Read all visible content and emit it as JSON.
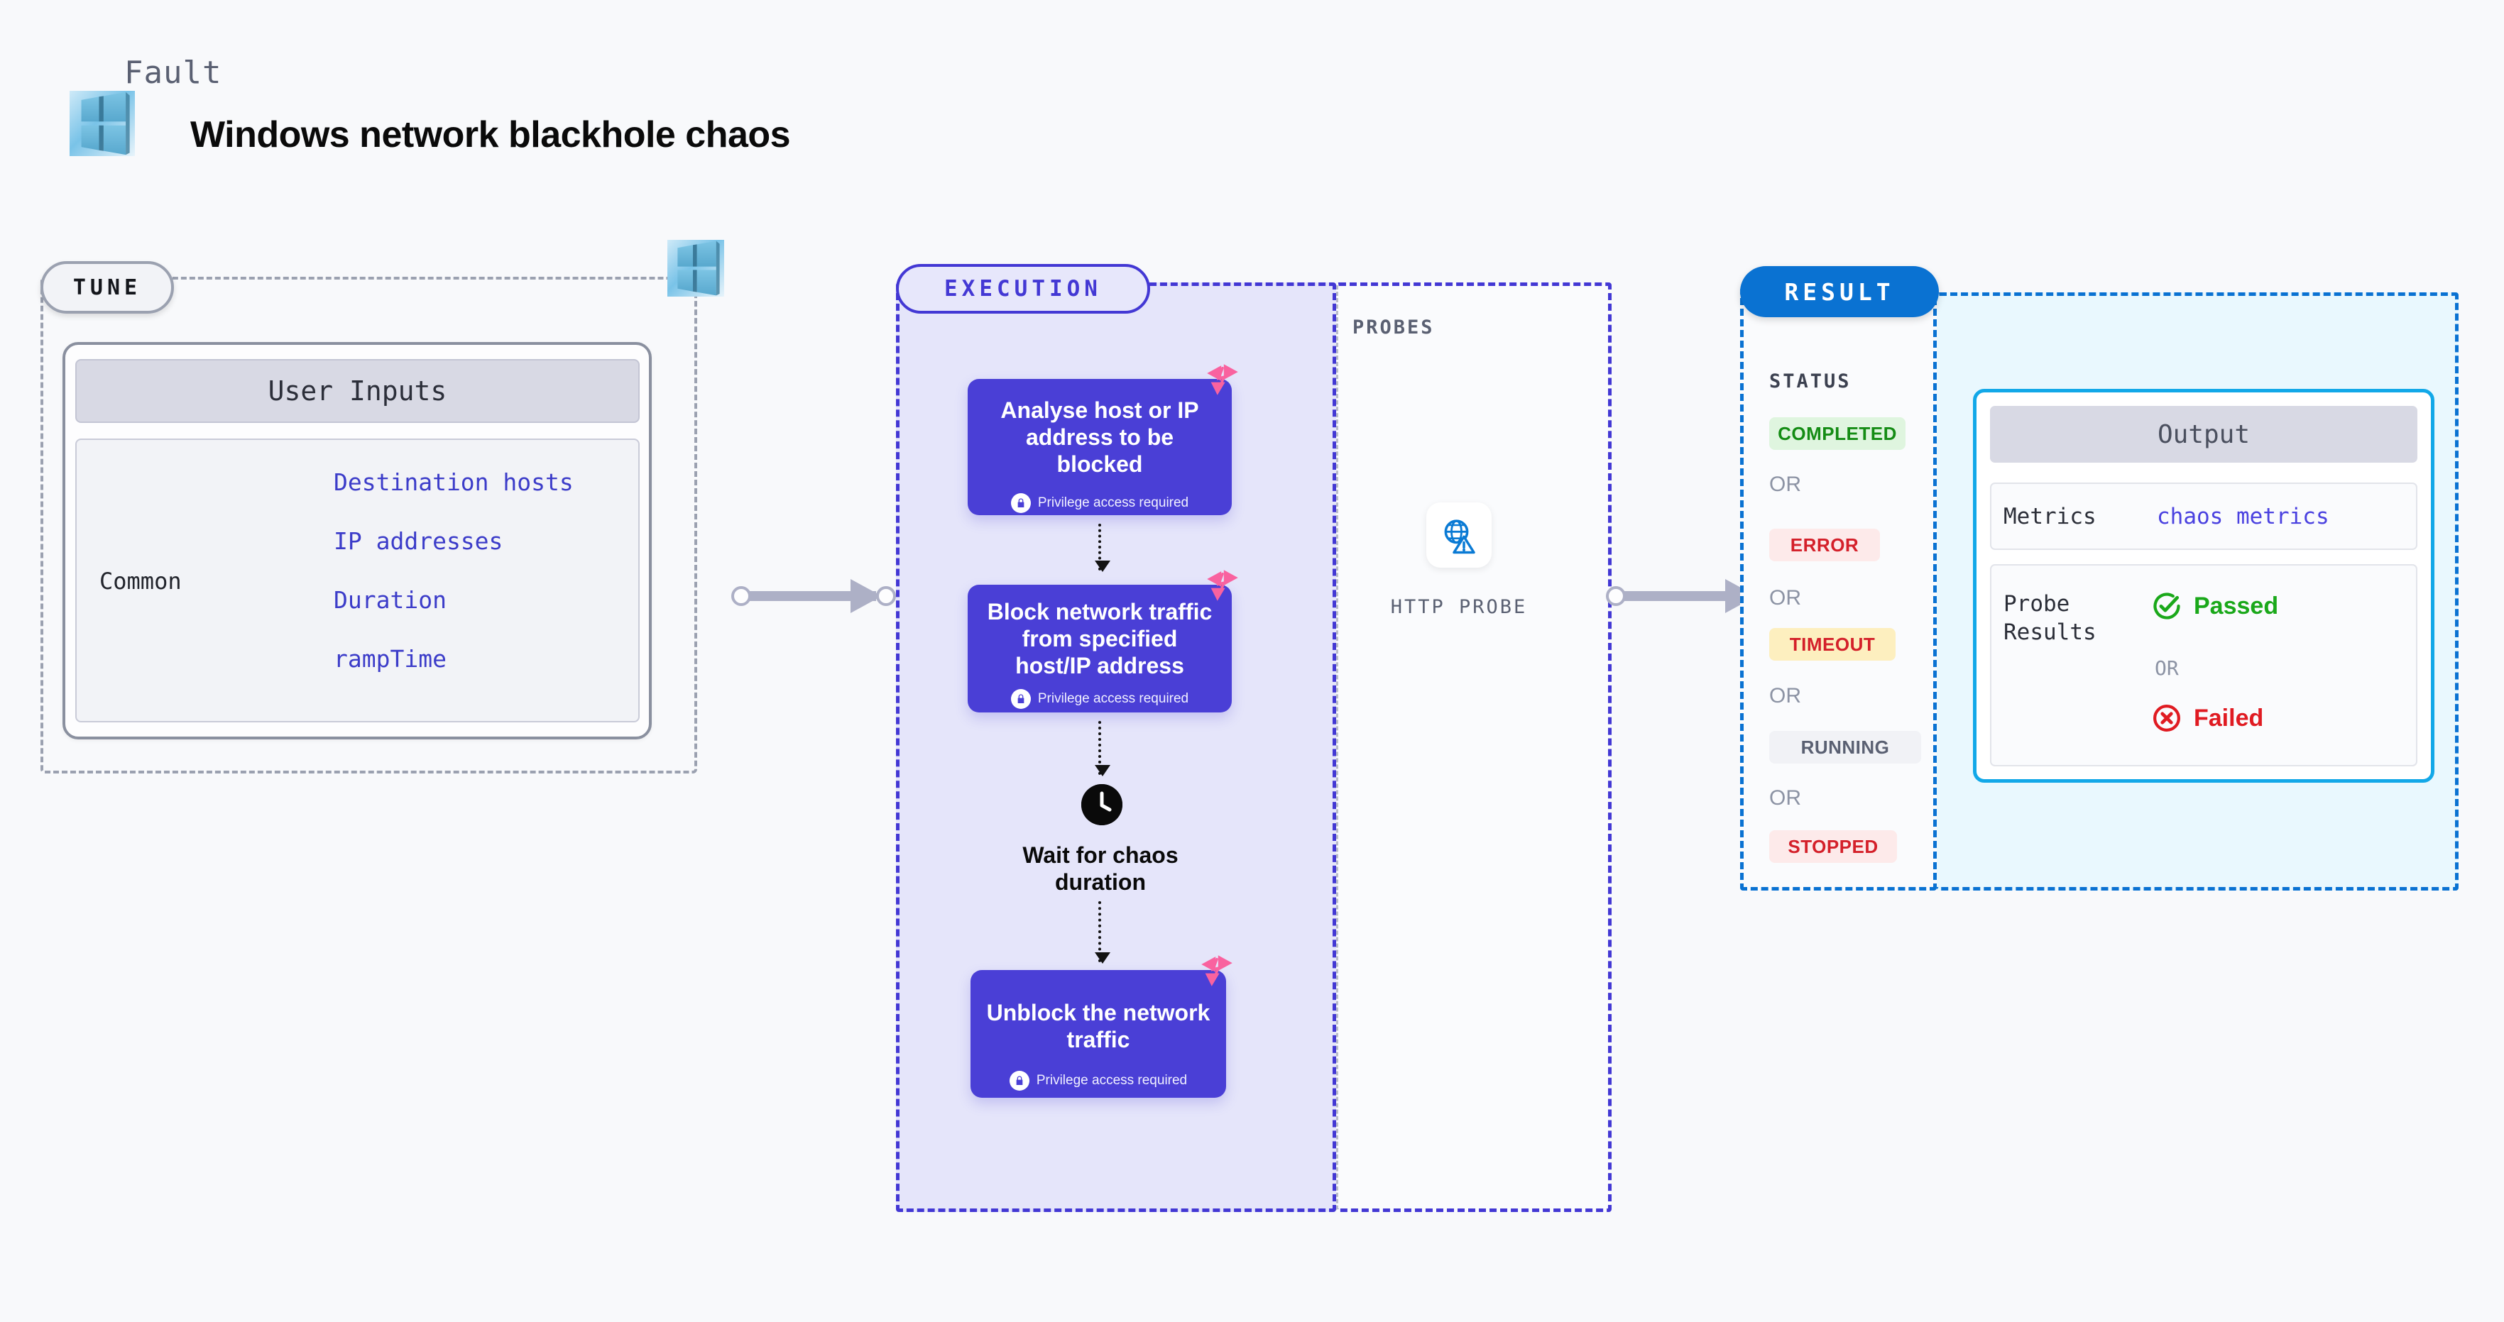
{
  "header": {
    "kicker": "Fault",
    "title": "Windows network blackhole chaos",
    "logo_icon": "windows-logo-icon"
  },
  "tune": {
    "pill_label": "TUNE",
    "card_title": "User Inputs",
    "group_label": "Common",
    "params": [
      "Destination hosts",
      "IP addresses",
      "Duration",
      "rampTime"
    ],
    "platform_icon": "windows-logo-icon"
  },
  "execution": {
    "pill_label": "EXECUTION",
    "nodes": [
      {
        "title": "Analyse host or IP address to be blocked",
        "privilege": "Privilege access required",
        "lock_icon": "lock-icon",
        "badge_icon": "litmus-logo-icon"
      },
      {
        "title": "Block network traffic from specified host/IP address",
        "privilege": "Privilege access required",
        "lock_icon": "lock-icon",
        "badge_icon": "litmus-logo-icon"
      },
      {
        "title": "Unblock the network traffic",
        "privilege": "Privilege access required",
        "lock_icon": "lock-icon",
        "badge_icon": "litmus-logo-icon"
      }
    ],
    "wait_step": {
      "label": "Wait for chaos duration",
      "icon": "clock-icon"
    }
  },
  "probes": {
    "section_label": "PROBES",
    "items": [
      {
        "label": "HTTP PROBE",
        "icon": "globe-warning-icon"
      }
    ]
  },
  "result": {
    "pill_label": "RESULT",
    "status_label": "STATUS",
    "or_label": "OR",
    "statuses": [
      {
        "label": "COMPLETED",
        "bg": "#dff5df",
        "fg": "#148c14"
      },
      {
        "label": "ERROR",
        "bg": "#fdeaea",
        "fg": "#d4202a"
      },
      {
        "label": "TIMEOUT",
        "bg": "#fdefbf",
        "fg": "#d4202a"
      },
      {
        "label": "RUNNING",
        "bg": "#f1f2f6",
        "fg": "#5a6072"
      },
      {
        "label": "STOPPED",
        "bg": "#fdeaea",
        "fg": "#d4202a"
      }
    ],
    "output": {
      "title": "Output",
      "metrics_label": "Metrics",
      "metrics_value": "chaos metrics",
      "probe_results_label": "Probe Results",
      "or_label": "OR",
      "passed": {
        "label": "Passed",
        "icon": "check-circle-icon",
        "color": "#1aa81a"
      },
      "failed": {
        "label": "Failed",
        "icon": "x-circle-icon",
        "color": "#e01b22"
      }
    }
  },
  "colors": {
    "background": "#f8f9fb",
    "execution_accent": "#4338d4",
    "execution_fill": "#e5e5fa",
    "node_purple": "#4a3fd6",
    "result_accent": "#0a72d2",
    "result_fill": "#e9f8fe",
    "output_border": "#12a8e8",
    "litmus_pink": "#f9629f",
    "connector_gray": "#adb0c6"
  }
}
